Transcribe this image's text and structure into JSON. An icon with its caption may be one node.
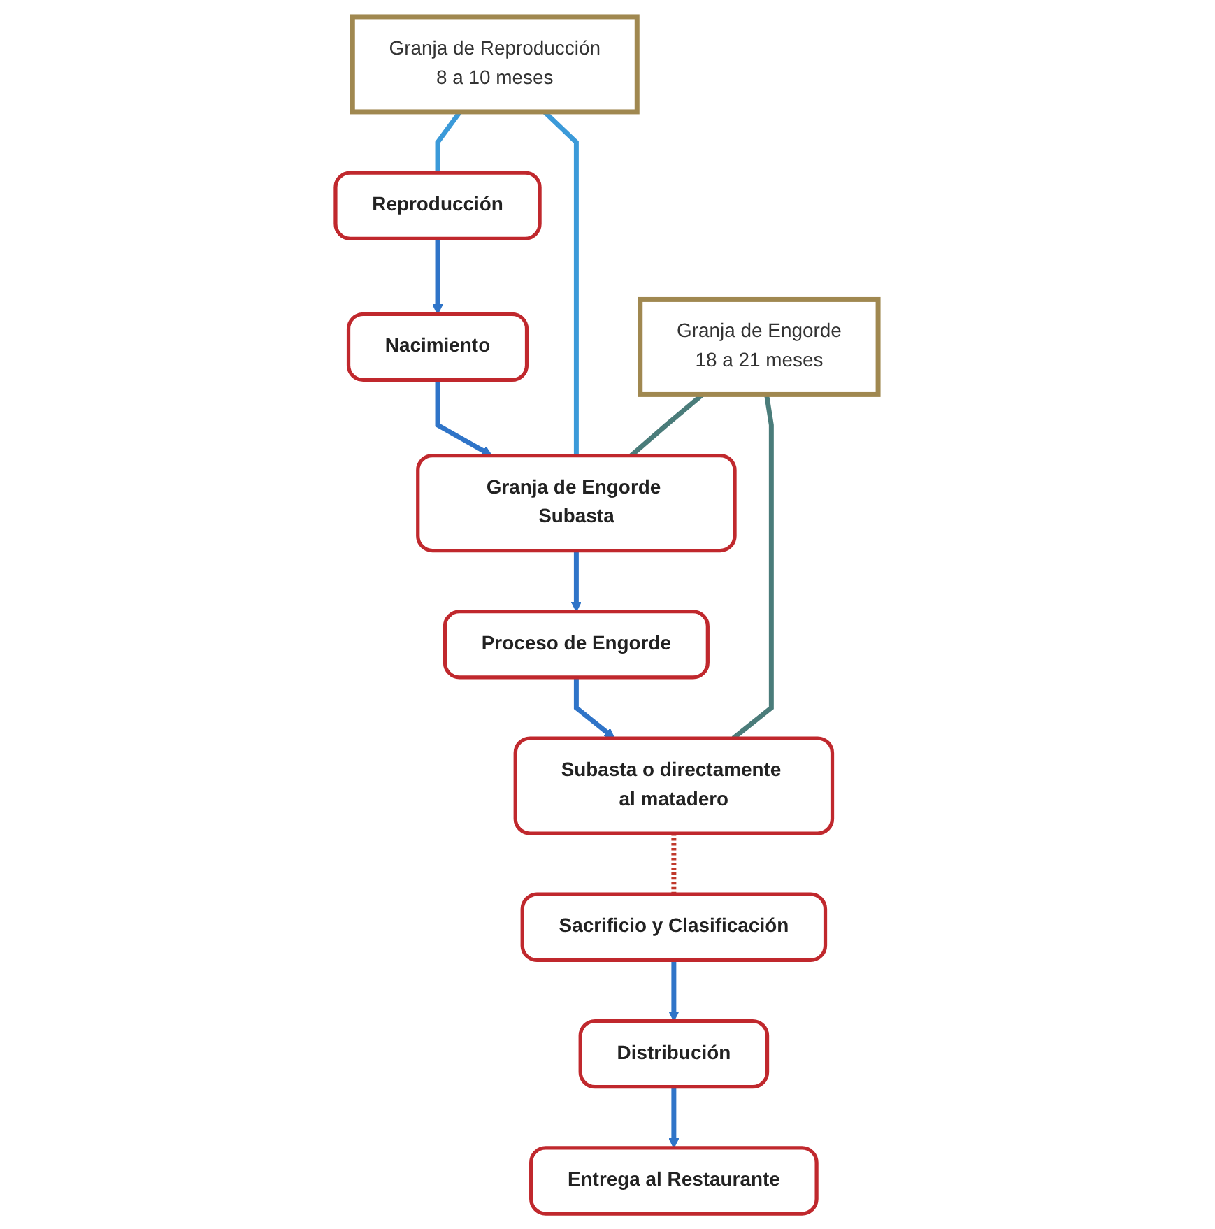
{
  "diagram": {
    "nodes": [
      {
        "text": [
          "Reproducción"
        ]
      },
      {
        "text": [
          "Nacimiento"
        ]
      },
      {
        "text": [
          "Granja de Engorde Subasta"
        ]
      },
      {
        "text": [
          "Proceso de Engorde"
        ]
      },
      {
        "text": [
          "Subasta o directamente al matadero"
        ]
      },
      {
        "text": [
          "Sacrificio y Clasificación"
        ]
      },
      {
        "text": [
          "Distribución"
        ]
      },
      {
        "text": [
          "Entrega al Restaurante"
        ]
      },
      {
        "text": [
          "Granja de Reproducción",
          "8 a 10 meses"
        ]
      },
      {
        "text": [
          "Granja de Engorde",
          "18 a 21 meses"
        ]
      }
    ],
    "edges": [
      {
        "from": 0,
        "to": 1,
        "arrow": "to",
        "color": "#2f74c8"
      },
      {
        "from": 1,
        "to": 2,
        "arrow": "to",
        "color": "#2f74c8"
      },
      {
        "from": 2,
        "to": 3,
        "arrow": "to",
        "color": "#2f74c8"
      },
      {
        "from": 3,
        "to": 4,
        "arrow": "to",
        "color": "#2f74c8"
      },
      {
        "from": 5,
        "to": 6,
        "arrow": "to",
        "color": "#2f74c8"
      },
      {
        "from": 6,
        "to": 7,
        "arrow": "to",
        "color": "#2f74c8"
      },
      {
        "from": 8,
        "to": 0,
        "arrow": "none",
        "color": "#3b9ad9"
      },
      {
        "from": 8,
        "to": 2,
        "arrow": "none",
        "color": "#3b9ad9"
      },
      {
        "from": 9,
        "to": 2,
        "arrow": "none",
        "color": "#4a7c7a"
      },
      {
        "from": 9,
        "to": 4,
        "arrow": "none",
        "color": "#4a7c7a"
      },
      {
        "from": 4,
        "to": 5,
        "arrow": "none",
        "style": "dashed",
        "color": "#c0392b"
      }
    ]
  }
}
